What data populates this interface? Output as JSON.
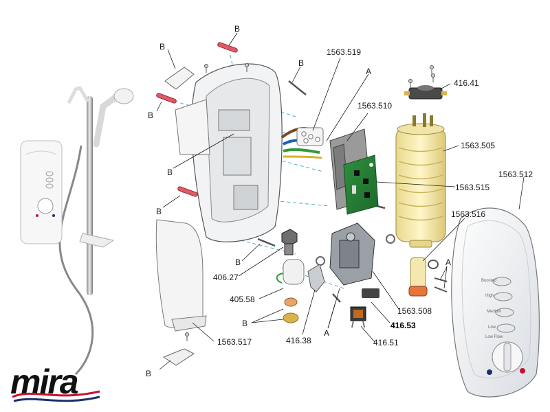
{
  "brand": {
    "logo_text": "mira",
    "colors": {
      "red": "#c8102e",
      "navy": "#1f2f6b",
      "diagram_blue": "#4aa6d6"
    }
  },
  "labels": {
    "pin_top": "B",
    "clip_top": "B",
    "screw_top_right": "B",
    "pin_left": "B",
    "case_b": "B",
    "pin_lower": "B",
    "screw_406": "B",
    "washers_b": "B",
    "clip_bottom": "B",
    "p1563_519": "1563.519",
    "a_terminal": "A",
    "p1563_510": "1563.510",
    "p416_41": "416.41",
    "p1563_505": "1563.505",
    "p1563_512": "1563.512",
    "p1563_515": "1563.515",
    "p1563_516": "1563.516",
    "a_right": "A",
    "p406_27": "406.27",
    "p405_58": "405.58",
    "p1563_517": "1563.517",
    "p416_38": "416.38",
    "a_bottom": "A",
    "p1563_508": "1563.508",
    "p416_53": "416.53",
    "p416_51": "416.51"
  },
  "front_cover": {
    "settings": [
      "Boosted",
      "High",
      "Medium",
      "Low",
      "Low Flow"
    ]
  }
}
